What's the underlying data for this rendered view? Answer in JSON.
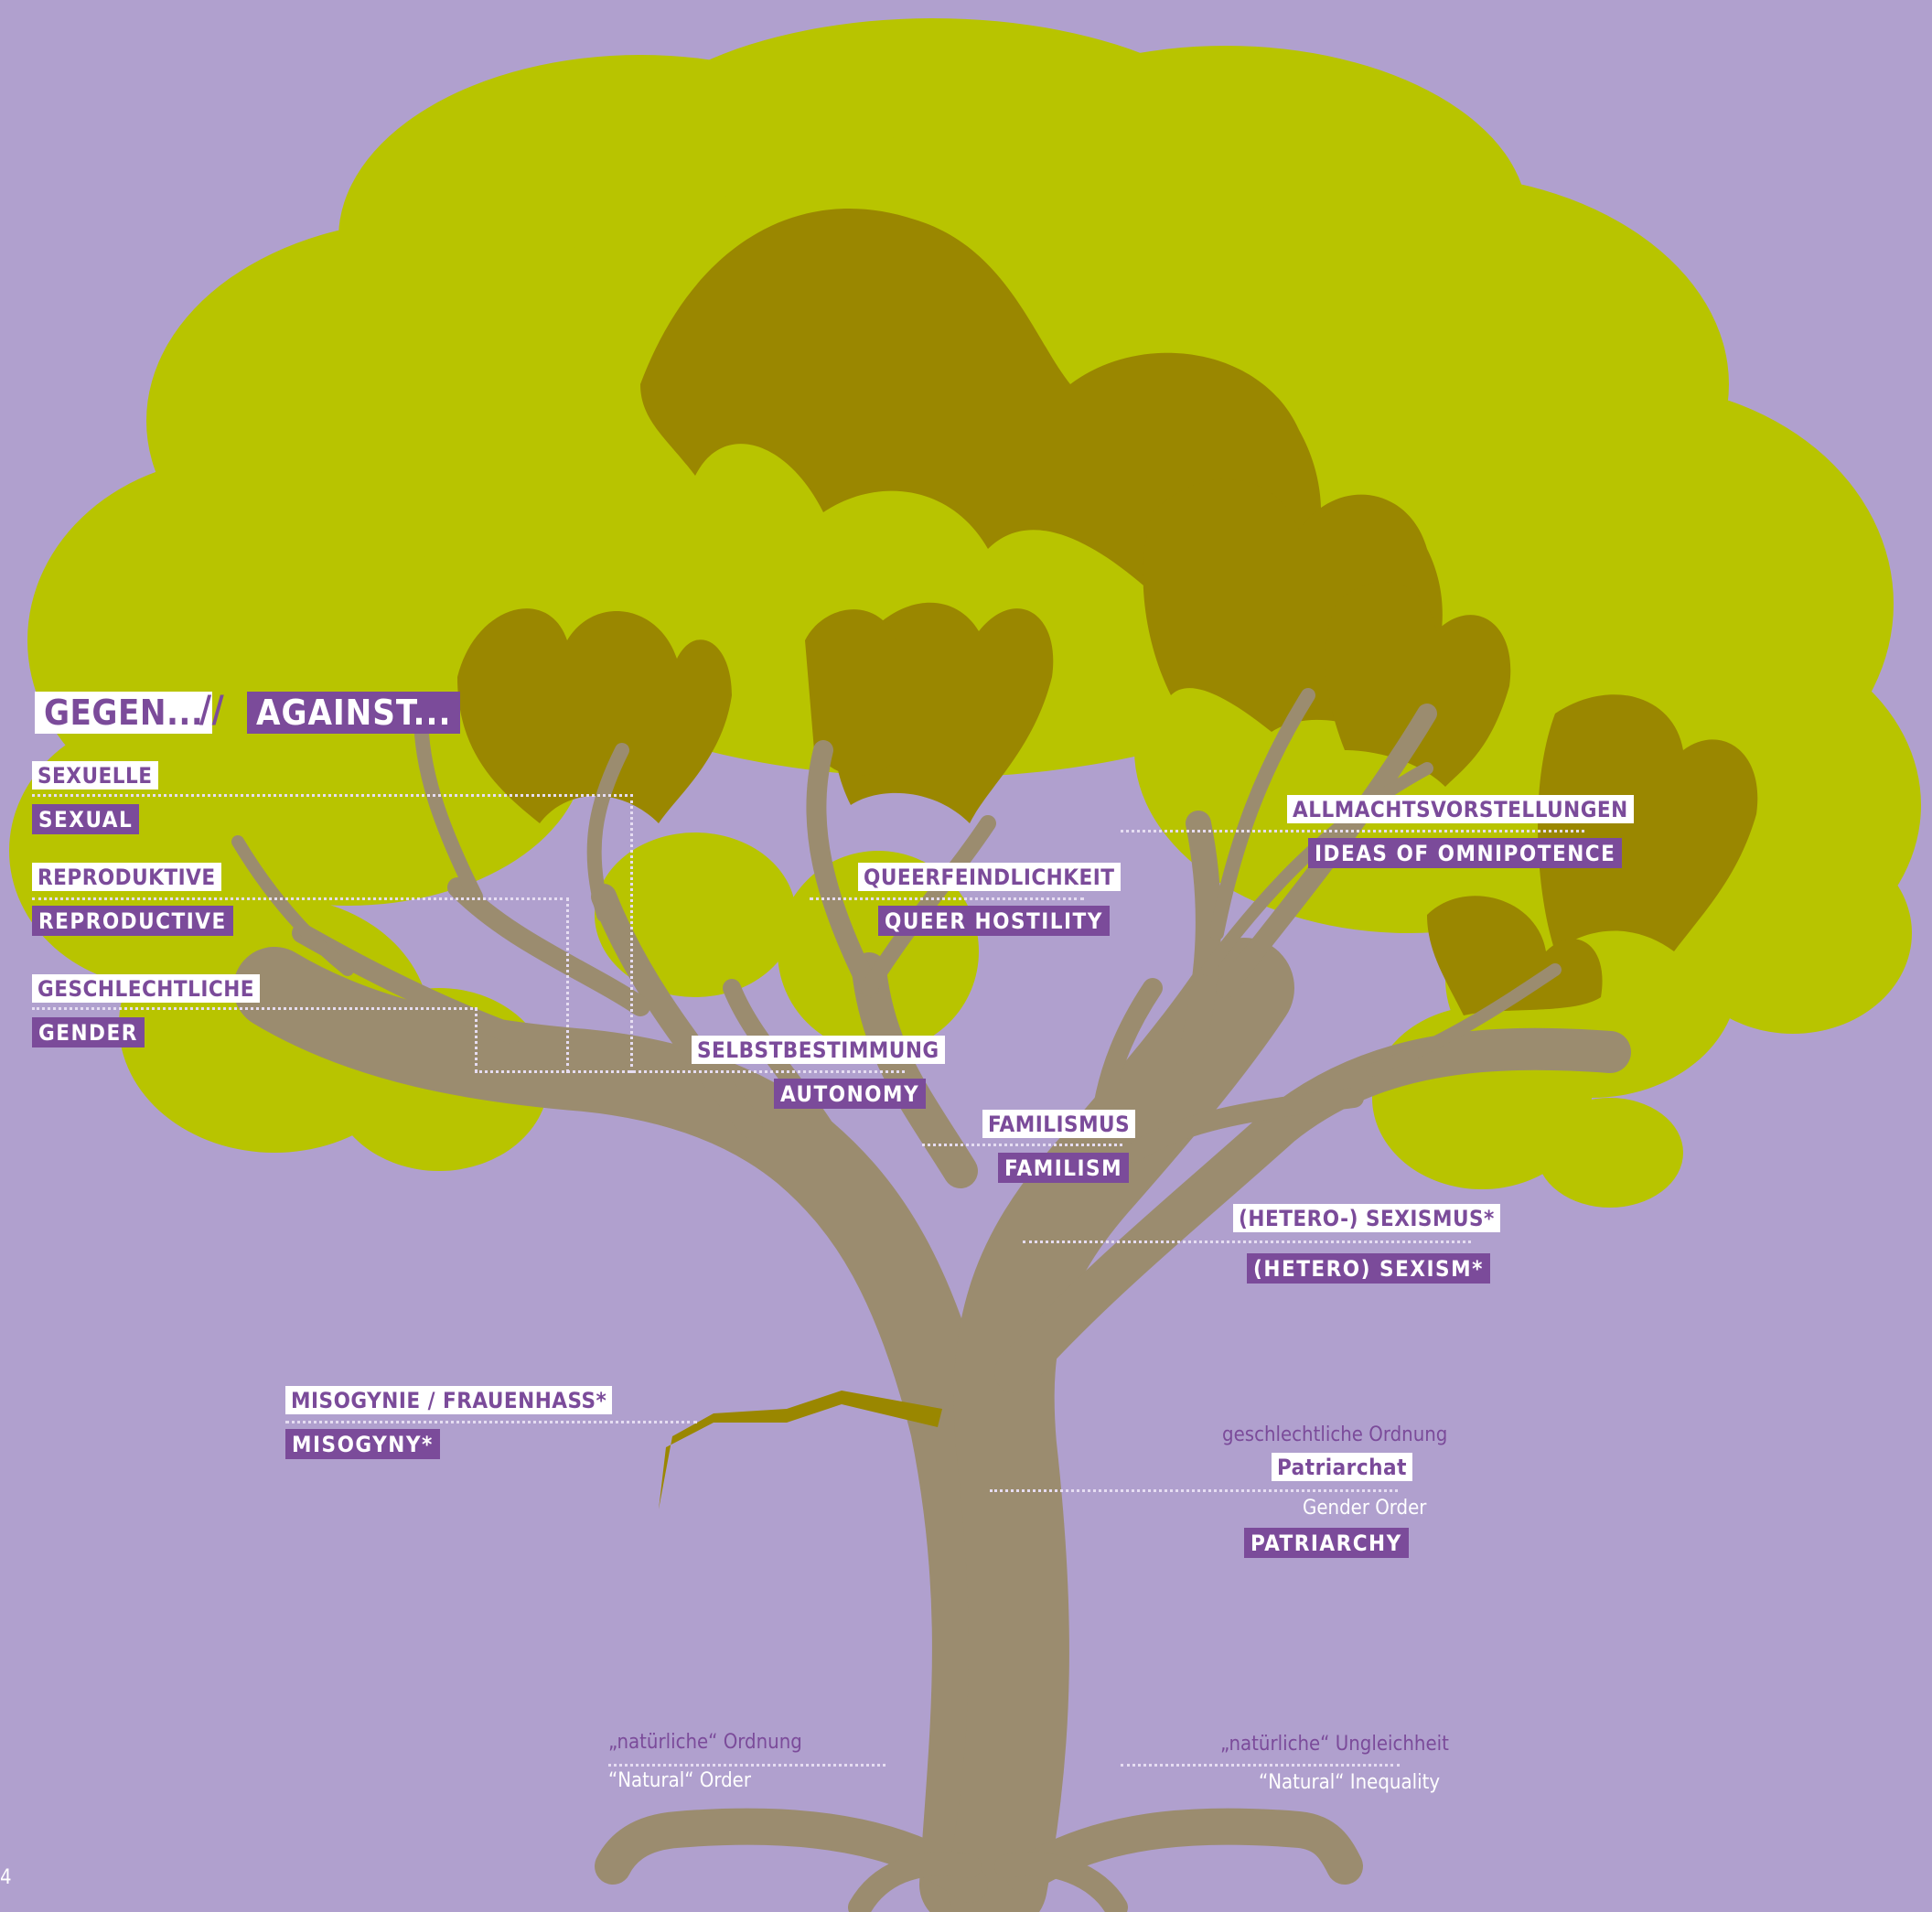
{
  "colors": {
    "background": "#b0a0ce",
    "foliage_light": "#b8c400",
    "foliage_dark": "#9a8700",
    "trunk": "#9b8c6f",
    "accent_purple": "#7b4b9a",
    "label_white": "#ffffff"
  },
  "header": {
    "de": "GEGEN...",
    "separator": "//",
    "en": "AGAINST..."
  },
  "left_labels": [
    {
      "de": "SEXUELLE",
      "en": "SEXUAL"
    },
    {
      "de": "REPRODUKTIVE",
      "en": "REPRODUCTIVE"
    },
    {
      "de": "GESCHLECHTLICHE",
      "en": "GENDER"
    }
  ],
  "autonomy": {
    "de": "SELBSTBESTIMMUNG",
    "en": "AUTONOMY"
  },
  "queer": {
    "de": "QUEERFEINDLICHKEIT",
    "en": "QUEER HOSTILITY"
  },
  "omnipotence": {
    "de": "ALLMACHTSVORSTELLUNGEN",
    "en": "IDEAS OF OMNIPOTENCE"
  },
  "familism": {
    "de": "FAMILISMUS",
    "en": "FAMILISM"
  },
  "sexism": {
    "de": "(HETERO-) SEXISMUS*",
    "en": "(HETERO) SEXISM*"
  },
  "misogyny": {
    "de": "MISOGYNIE / FRAUENHASS*",
    "en": "MISOGYNY*"
  },
  "patriarchy": {
    "de_small": "geschlechtliche Ordnung",
    "de": "Patriarchat",
    "en_small": "Gender Order",
    "en": "PATRIARCHY"
  },
  "natural_order": {
    "de": "„natürliche“ Ordnung",
    "en": "“Natural“ Order"
  },
  "natural_inequality": {
    "de": "„natürliche“ Ungleichheit",
    "en": "“Natural“ Inequality"
  },
  "page_number": "4"
}
